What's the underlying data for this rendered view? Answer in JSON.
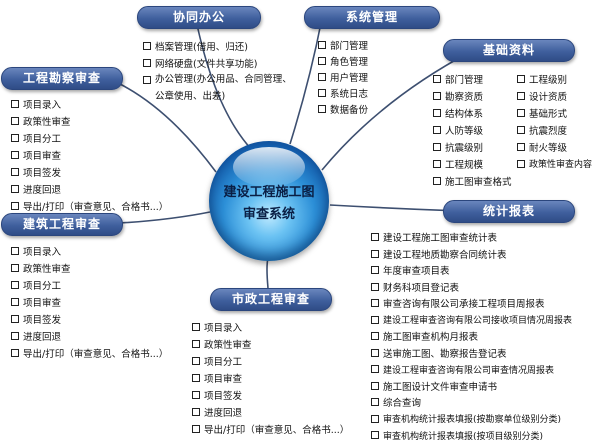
{
  "center": {
    "line1": "建设工程施工图",
    "line2": "审查系统"
  },
  "colors": {
    "pill_top": "#6a86bd",
    "pill_bottom": "#2f4c86",
    "sphere_core": "#2c8fd7",
    "connector": "#3d4f70"
  },
  "sections": {
    "collab": {
      "title": "协同办公",
      "items": [
        "档案管理(借用、归还)",
        "网络硬盘(文件共享功能)",
        "办公管理(办公用品、合同管理、公章使用、出差)"
      ]
    },
    "system": {
      "title": "系统管理",
      "items": [
        "部门管理",
        "角色管理",
        "用户管理",
        "系统日志",
        "数据备份"
      ]
    },
    "basic": {
      "title": "基础资料",
      "left": [
        "部门管理",
        "勘察资质",
        "结构体系",
        "人防等级",
        "抗震级别",
        "工程规模",
        "施工图审查格式"
      ],
      "right": [
        "工程级别",
        "设计资质",
        "基础形式",
        "抗震烈度",
        "耐火等级",
        "政策性审查内容"
      ]
    },
    "survey": {
      "title": "工程勘察审查",
      "items": [
        "项目录入",
        "政策性审查",
        "项目分工",
        "项目审查",
        "项目签发",
        "进度回退",
        "导出/打印（审查意见、合格书...）"
      ]
    },
    "building": {
      "title": "建筑工程审查",
      "items": [
        "项目录入",
        "政策性审查",
        "项目分工",
        "项目审查",
        "项目签发",
        "进度回退",
        "导出/打印（审查意见、合格书...）"
      ]
    },
    "municipal": {
      "title": "市政工程审查",
      "items": [
        "项目录入",
        "政策性审查",
        "项目分工",
        "项目审查",
        "项目签发",
        "进度回退",
        "导出/打印（审查意见、合格书...）"
      ]
    },
    "stats": {
      "title": "统计报表",
      "items": [
        "建设工程施工图审查统计表",
        "建设工程地质勘察合同统计表",
        "年度审查项目表",
        "财务科项目登记表",
        "审查咨询有限公司承接工程项目周报表",
        "建设工程审查咨询有限公司接收项目情况周报表",
        "施工图审查机构月报表",
        "送审施工图、勘察报告登记表",
        "建设工程审查咨询有限公司审查情况周报表",
        "施工图设计文件审查申请书",
        "综合查询",
        "审查机构统计报表填报(按勘察单位级别分类)",
        "审查机构统计报表填报(按项目级别分类)"
      ]
    }
  }
}
